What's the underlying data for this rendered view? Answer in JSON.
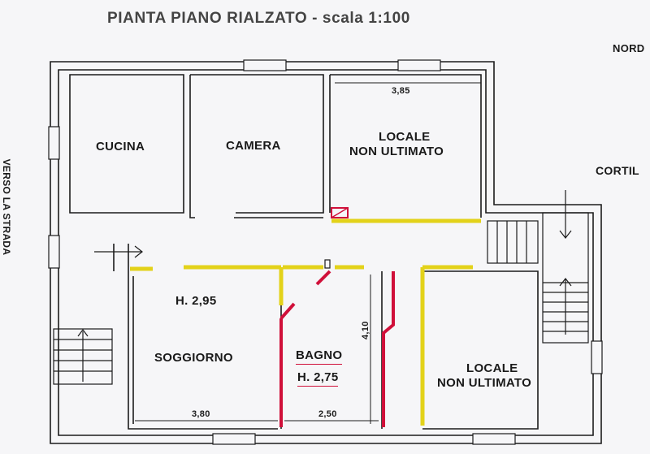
{
  "title": "PIANTA PIANO RIALZATO - scala 1:100",
  "north_label": "NORD",
  "courtyard_label": "CORTIL",
  "street_label": "VERSO LA STRADA",
  "rooms": {
    "cucina": "CUCINA",
    "camera": "CAMERA",
    "locale_top_1": "LOCALE",
    "locale_top_2": "NON ULTIMATO",
    "soggiorno": "SOGGIORNO",
    "bagno": "BAGNO",
    "locale_bottom_1": "LOCALE",
    "locale_bottom_2": "NON ULTIMATO"
  },
  "heights": {
    "soggiorno": "H. 2,95",
    "bagno": "H. 2,75"
  },
  "dimensions": {
    "locale_width": "3,85",
    "soggiorno_width": "3,80",
    "bagno_width": "2,50",
    "bagno_depth": "4,10"
  },
  "colors": {
    "wall": "#1c1c1c",
    "new_wall_yellow": "#e3d21a",
    "demolish_red": "#d0103a"
  }
}
